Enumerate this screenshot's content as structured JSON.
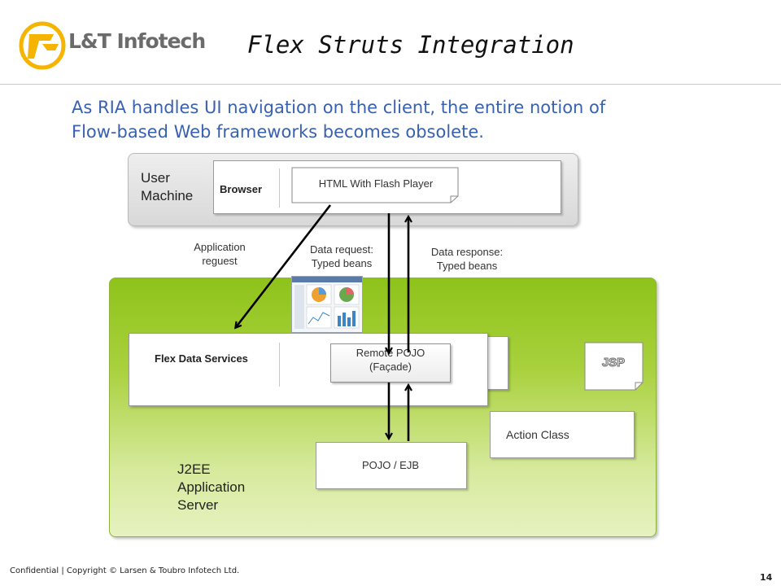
{
  "header": {
    "logo_text": "L&T Infotech",
    "title": "Flex Struts Integration"
  },
  "subtitle": {
    "line1": "As RIA handles UI navigation on the client, the entire notion of",
    "line2": "Flow-based Web frameworks becomes obsolete."
  },
  "diagram": {
    "user_machine_label": [
      "User",
      "Machine"
    ],
    "browser_label": "Browser",
    "html_flash_label": "HTML With Flash Player",
    "arrow_labels": {
      "application_request": [
        "Application",
        "reguest"
      ],
      "data_request": [
        "Data request:",
        "Typed beans"
      ],
      "data_response": [
        "Data response:",
        "Typed beans"
      ]
    },
    "flex_data_services_label": "Flex Data Services",
    "remote_pojo_label": [
      "Remote POJO",
      "(Façade)"
    ],
    "jsp_label": "JSP",
    "action_class_label": "Action Class",
    "pojo_ejb_label": "POJO / EJB",
    "j2ee_label": [
      "J2EE",
      "Application",
      "Server"
    ]
  },
  "colors": {
    "subtitle": "#3a60b0",
    "j2ee_panel_top": "#8ec31a",
    "logo_yellow": "#f4b400"
  },
  "footer": {
    "text": "Confidential   |   Copyright © Larsen & Toubro Infotech Ltd.",
    "page_number": "14"
  }
}
